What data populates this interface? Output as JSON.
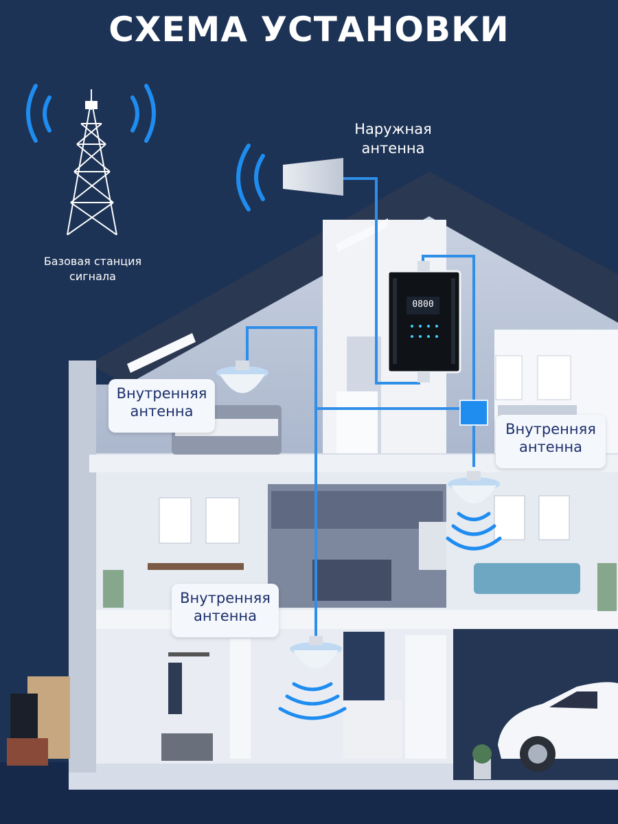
{
  "title": "СХЕМА УСТАНОВКИ",
  "labels": {
    "base_station": [
      "Базовая станция",
      "сигнала"
    ],
    "outdoor_antenna": [
      "Наружная",
      "антенна"
    ],
    "indoor_antenna_top_left": [
      "Внутренняя",
      "антенна"
    ],
    "indoor_antenna_right": [
      "Внутренняя",
      "антенна"
    ],
    "indoor_antenna_bottom": [
      "Внутренняя",
      "антенна"
    ]
  },
  "booster_display": "0800",
  "colors": {
    "background": "#1d3355",
    "cable": "#2f8ee8",
    "signal_wave": "#1f8cf0",
    "house_wall": "#dfe4ee",
    "label_text": "#1c2f6b"
  }
}
